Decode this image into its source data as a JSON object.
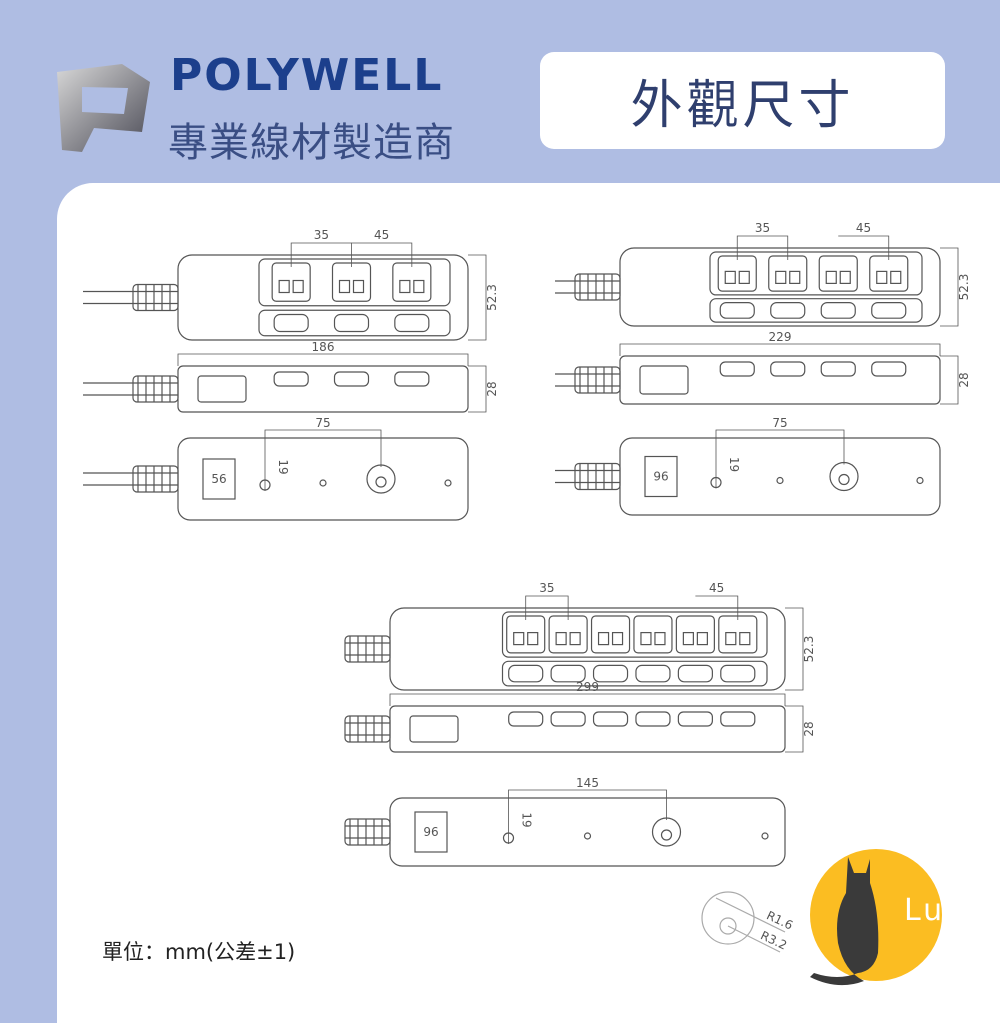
{
  "header": {
    "brand": "POLYWELL",
    "tagline": "專業線材製造商",
    "title": "外觀尺寸"
  },
  "products": [
    {
      "outlets": 3,
      "pitch_small": "35",
      "pitch_large": "45",
      "height": "52.3",
      "length": "186",
      "depth": "28",
      "hole_spacing": "75",
      "hole_offset": "19",
      "label_box": "56"
    },
    {
      "outlets": 4,
      "pitch_small": "35",
      "pitch_large": "45",
      "height": "52.3",
      "length": "229",
      "depth": "28",
      "hole_spacing": "75",
      "hole_offset": "19",
      "label_box": "96"
    },
    {
      "outlets": 6,
      "pitch_small": "35",
      "pitch_large": "45",
      "height": "52.3",
      "length": "299",
      "depth": "28",
      "hole_spacing": "145",
      "hole_offset": "19",
      "label_box": "96"
    }
  ],
  "keyhole_detail": {
    "r_small": "R1.6",
    "r_large": "R3.2"
  },
  "footer": {
    "unit_note": "單位：mm(公差±1)"
  },
  "watermark": {
    "text": "Luna",
    "circle_color": "#fbbd22",
    "cat_color": "#3a3a3a"
  },
  "colors": {
    "background": "#afbde3",
    "brand": "#1c3f8c",
    "line": "#555555"
  }
}
